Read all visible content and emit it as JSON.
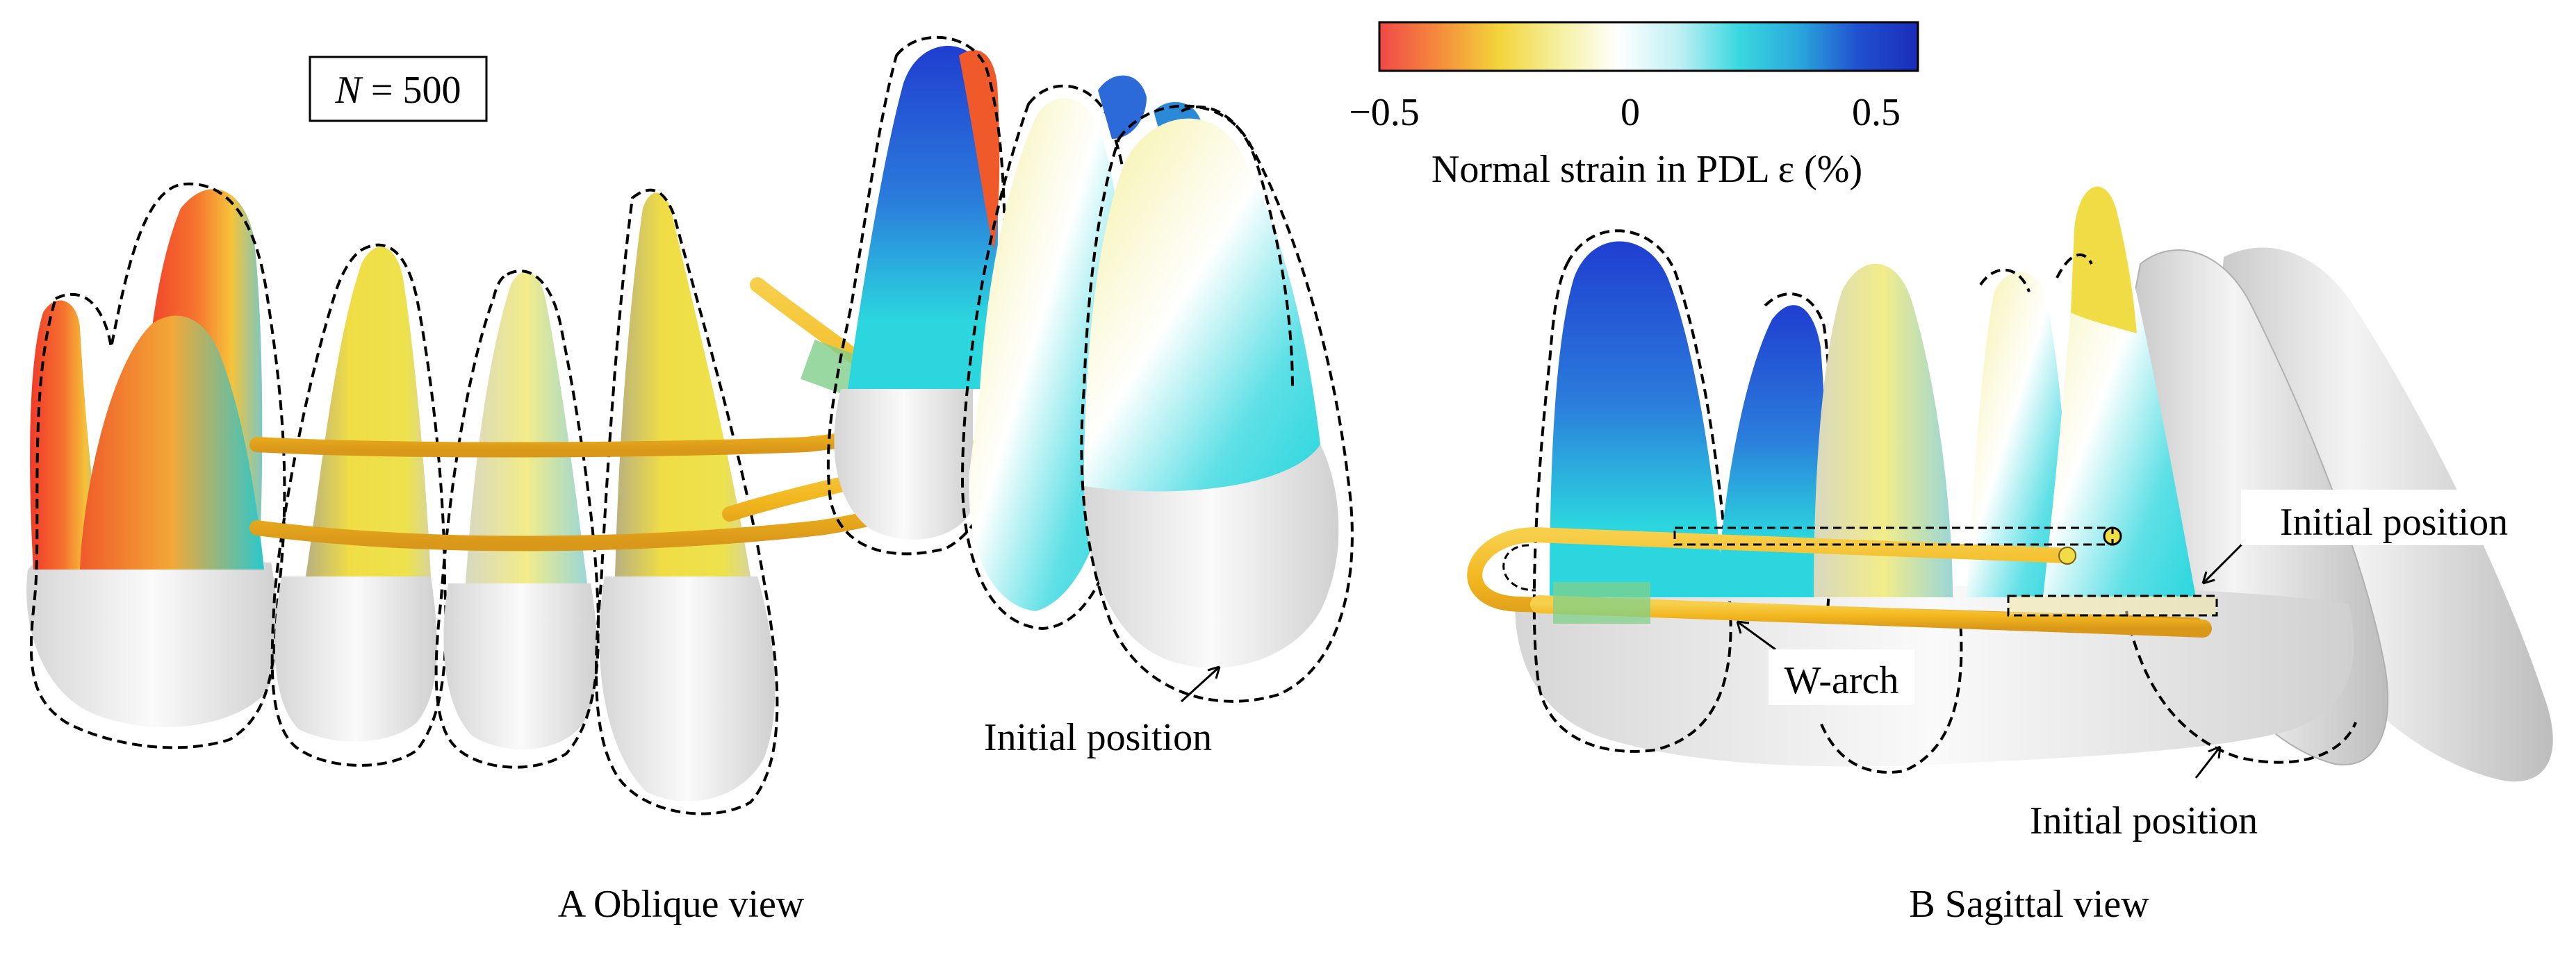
{
  "sample_label": {
    "var": "N",
    "rest": " = 500"
  },
  "colorbar": {
    "stops": [
      "#f04848",
      "#f58c3c",
      "#f3d43a",
      "#f5f0a0",
      "#ffffff",
      "#bff0f4",
      "#3ad8e0",
      "#2aa8dc",
      "#2050d0",
      "#1a2cb8"
    ],
    "tick_min": "−0.5",
    "tick_mid": "0",
    "tick_max": "0.5",
    "title": "Normal strain in PDL ε  (%)"
  },
  "panels": {
    "a": {
      "caption": "A Oblique view",
      "initial_position_label": "Initial position"
    },
    "b": {
      "caption": "B Sagittal view",
      "initial_position_label_upper": "Initial position",
      "initial_position_label_lower": "Initial position",
      "warch_label": "W-arch"
    }
  },
  "colors": {
    "red": "#f03a2a",
    "orange": "#f5a033",
    "yellow": "#f0dd45",
    "cyan": "#2bd6de",
    "blue": "#1f3ed0",
    "crown": "#efefef",
    "wire": "#f2b61e",
    "bracket": "#7fd08a"
  }
}
